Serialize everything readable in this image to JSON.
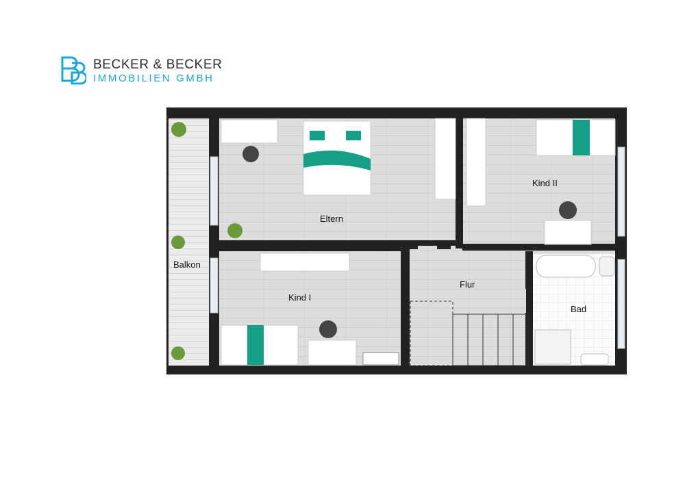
{
  "logo": {
    "line1": "BECKER & BECKER",
    "line2": "IMMOBILIEN GMBH",
    "mark_icon": "bb-monogram-icon",
    "accent_color": "#1aa6d6"
  },
  "rooms": {
    "eltern": "Eltern",
    "kind2": "Kind II",
    "kind1": "Kind I",
    "flur": "Flur",
    "bad": "Bad",
    "balkon": "Balkon"
  },
  "colors": {
    "wall": "#222222",
    "floor": "#dcdcdc",
    "accent": "#13a086"
  }
}
